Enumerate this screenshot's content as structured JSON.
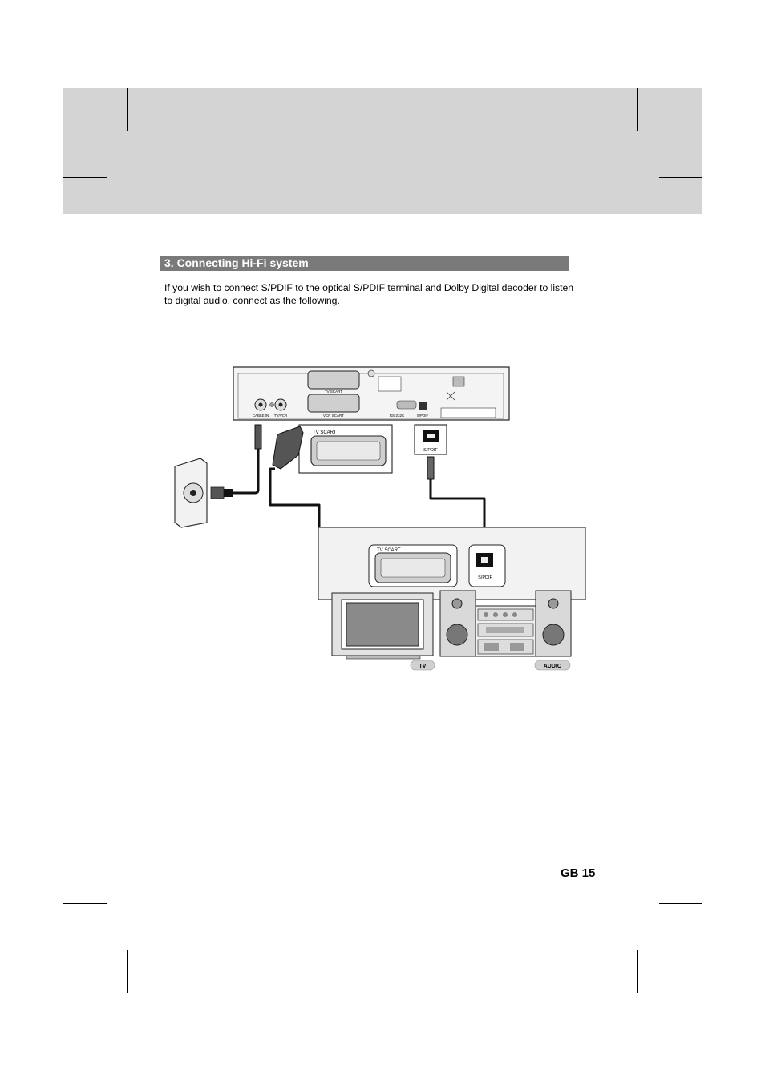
{
  "section": {
    "title": "3. Connecting Hi-Fi system"
  },
  "intro": {
    "line1": "If you wish to connect S/PDIF to the optical S/PDIF terminal and Dolby Digital decoder to listen",
    "line2": "to digital audio, connect as the following."
  },
  "diagram": {
    "receiver": {
      "tv_scart": "TV SCART",
      "vcr_scart": "VCR SCART",
      "rs232": "RS-232C",
      "spdif": "S/PDIF",
      "cable_in": "CABLE IN",
      "tv_vcr": "TV/VCR"
    },
    "callout_scart": "TV SCART",
    "callout_spdif": "S/PDIF",
    "panel_scart": "TV SCART",
    "panel_spdif": "S/PDIF",
    "tag_tv": "TV",
    "tag_audio": "AUDIO"
  },
  "footer": {
    "page_number": "GB 15"
  }
}
